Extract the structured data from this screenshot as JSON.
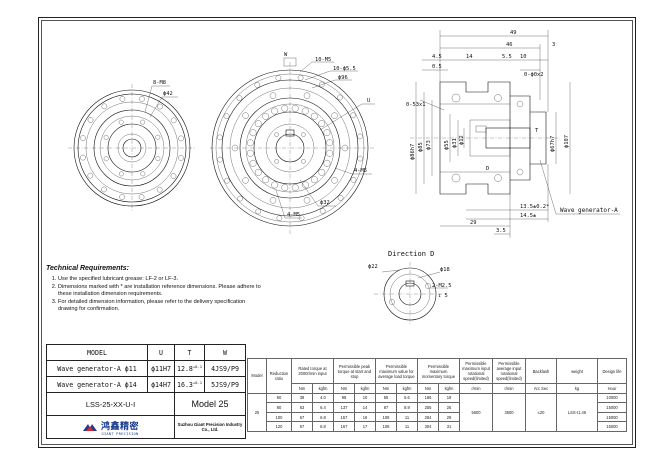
{
  "requirements": {
    "title": "Technical Requirements:",
    "items": [
      "Use the specified lubricant grease: LF-2 or LF-3.",
      "Dimensions marked with * are installation reference dimensions. Please adhere to these installation dimension requirements.",
      "For detailed dimension information, please refer to the delivery specification drawing for confirmation."
    ]
  },
  "views": {
    "front_left": {
      "thread_label": "8-M8",
      "dia_label": "ϕ42"
    },
    "front_center": {
      "w_label": "W",
      "labels": [
        "10-M5",
        "10-ϕ5.5",
        "ϕ96",
        "U",
        "4-M5",
        "ϕ32",
        "4-M5"
      ]
    },
    "section": {
      "top_dims": [
        "49",
        "46",
        "3",
        "4.5",
        "14",
        "5.5",
        "10",
        "0.5",
        "0-ϕ0x2"
      ],
      "left_dias": [
        "0-53x1",
        "ϕ86h7",
        "ϕ85",
        "ϕ73",
        "ϕ55",
        "ϕ31",
        "ϕ12"
      ],
      "mid_labels": [
        "T",
        "D"
      ],
      "right_dias": [
        "ϕ67h7",
        "ϕ107"
      ],
      "bottom_dims": [
        "13.5±0.2*",
        "14.5±",
        "29",
        "3.5"
      ],
      "callout": "Wave generator-A"
    },
    "direction": {
      "title": "Direction D",
      "dia1": "ϕ22",
      "dia2": "ϕ18",
      "thread": "2-M2.5",
      "depth": "↧ 5"
    }
  },
  "model_table": {
    "header": [
      "MODEL",
      "U",
      "T",
      "W"
    ],
    "rows": [
      [
        "Wave generator-A ϕ11",
        "ϕ11H7",
        "12.8",
        "4JS9/P9"
      ],
      [
        "Wave generator-A ϕ14",
        "ϕ14H7",
        "16.3",
        "5JS9/P9"
      ]
    ],
    "sup": "+0.1",
    "part_number": "LSS-25-XX-U-I",
    "model_name": "Model 25",
    "company_en": "Suzhou Giant Precision Industry Co., Ltd.",
    "logo_cn": "鸿鑫精密",
    "logo_en": "GIANT PRECISION"
  },
  "spec_table": {
    "headers": [
      "Model",
      "Reduction ratio",
      "Rated torque at 2000r/min input",
      "Permissible peak torque at start and stop",
      "Permissible maximum value for average load torque",
      "Permissible maximum momentary torque",
      "Permissible maximum input rotational speed(limited)",
      "Permissible average input rotational speed(limited)",
      "Backlash",
      "weight",
      "Design life"
    ],
    "units": [
      "Nm",
      "kgfm",
      "Nm",
      "kgfm",
      "Nm",
      "kgfm",
      "Nm",
      "kgfm",
      "r/min",
      "r/min",
      "Arc Sec",
      "kg",
      "Hour"
    ],
    "model": "25",
    "rows": [
      [
        "50",
        "39",
        "4.0",
        "98",
        "10",
        "55",
        "5.6",
        "186",
        "19",
        "10000"
      ],
      [
        "80",
        "63",
        "6.4",
        "137",
        "14",
        "87",
        "8.9",
        "255",
        "26",
        "15000"
      ],
      [
        "100",
        "67",
        "6.8",
        "157",
        "16",
        "108",
        "11",
        "284",
        "29",
        "15000"
      ],
      [
        "120",
        "67",
        "6.8",
        "167",
        "17",
        "108",
        "11",
        "304",
        "31",
        "15000"
      ]
    ],
    "max_speed": "5600",
    "avg_speed": "3500",
    "backlash": "≤20",
    "weight": "LSS-I1.46"
  }
}
